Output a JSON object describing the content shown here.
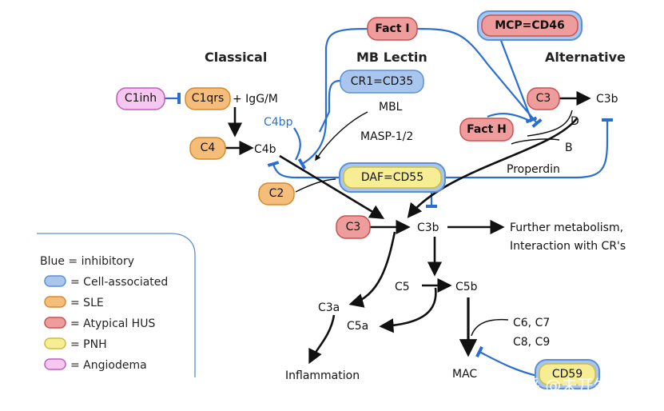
{
  "headings": {
    "classical": "Classical",
    "mb_lectin": "MB Lectin",
    "alternative": "Alternative"
  },
  "pills": {
    "fact_i": "Fact I",
    "mcp": "MCP=CD46",
    "cr1": "CR1=CD35",
    "c1inh": "C1inh",
    "c1qrs": "C1qrs",
    "c3_alt": "C3",
    "fact_h": "Fact H",
    "c4": "C4",
    "c2": "C2",
    "daf": "DAF=CD55",
    "c3_main": "C3",
    "cd59": "CD59"
  },
  "labels": {
    "igg": "+ IgG/M",
    "c3b_alt": "C3b",
    "c4bp": "C4bp",
    "mbl": "MBL",
    "masp": "MASP-1/2",
    "c4b": "C4b",
    "d": "D",
    "b": "B",
    "properdin": "Properdin",
    "c3b_main": "C3b",
    "further_1": "Further metabolism,",
    "further_2": "Interaction with CR's",
    "c5": "C5",
    "c5b": "C5b",
    "c3a": "C3a",
    "c5a": "C5a",
    "c6c7": "C6, C7",
    "c8c9": "C8, C9",
    "inflammation": "Inflammation",
    "mac": "MAC"
  },
  "legend": {
    "blue_word": "Blue",
    "blue_rest": " = inhibitory",
    "items": [
      {
        "label": "= Cell-associated",
        "fill": "#a9c6ee",
        "stroke": "#5b8fd6"
      },
      {
        "label": "= SLE",
        "fill": "#f5bd7a",
        "stroke": "#d48a30"
      },
      {
        "label": "= Atypical HUS",
        "fill": "#ee9c9c",
        "stroke": "#c85252"
      },
      {
        "label": "= PNH",
        "fill": "#f6ed94",
        "stroke": "#cdbd3c"
      },
      {
        "label": "= Angiodema",
        "fill": "#f6c8ef",
        "stroke": "#c25cc0"
      }
    ]
  },
  "watermark": "知乎 @未开生物",
  "colors": {
    "inhibitory_blue": "#2a6ecf",
    "sle_orange": "#f5bd7a",
    "ahus_red": "#ee9c9c",
    "pnh_yellow": "#f6ed94",
    "angio_pink": "#f6c8ef",
    "cell_blue": "#a9c6ee"
  }
}
